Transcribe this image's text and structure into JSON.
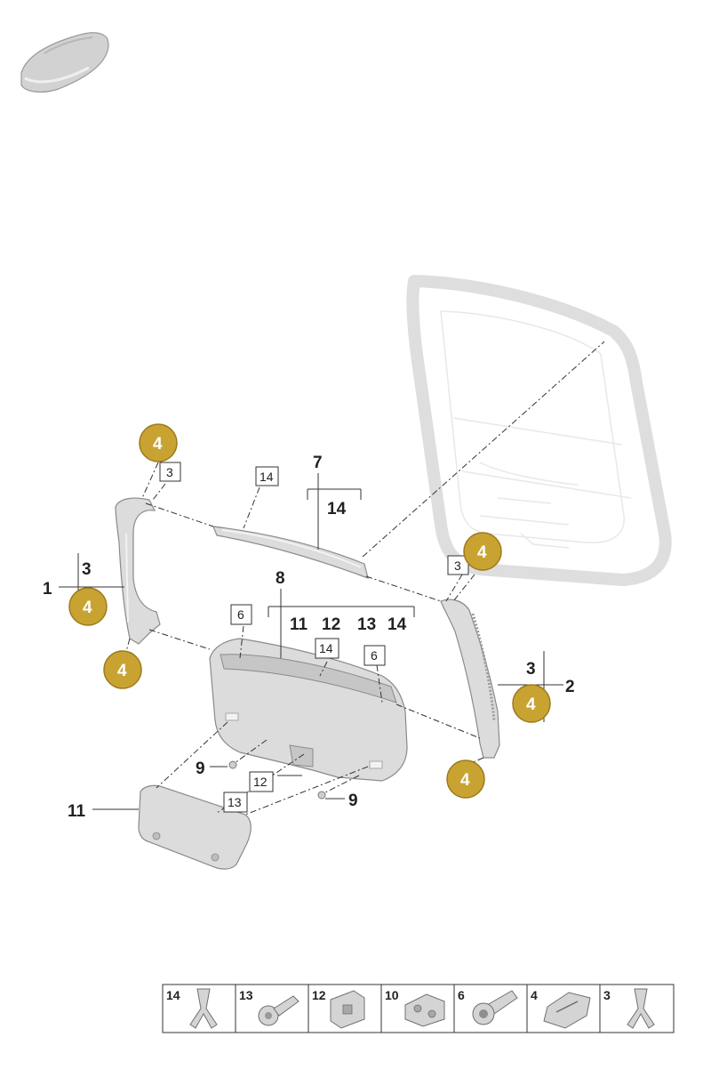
{
  "colors": {
    "badge_fill": "#c9a332",
    "badge_stroke": "#9c7a1c",
    "part_fill": "#dcdcdc",
    "line": "#333333"
  },
  "callouts": {
    "c1": "1",
    "c2": "2",
    "c3a": "3",
    "c3b": "3",
    "c7": "7",
    "c14a": "14",
    "c8": "8",
    "c11": "11",
    "c12": "12",
    "c13": "13",
    "c14b": "14",
    "c9a": "9",
    "c9b": "9",
    "c11b": "11"
  },
  "boxes": {
    "b14a": "14",
    "b3a": "3",
    "b3b": "3",
    "b6a": "6",
    "b14b": "14",
    "b6b": "6",
    "b12": "12",
    "b13": "13"
  },
  "badges": {
    "label": "4"
  },
  "legend": [
    {
      "num": "14",
      "icon": "spring-clip-icon"
    },
    {
      "num": "13",
      "icon": "expanding-rivet-icon"
    },
    {
      "num": "12",
      "icon": "fastening-bracket-icon"
    },
    {
      "num": "10",
      "icon": "cable-holder-icon"
    },
    {
      "num": "6",
      "icon": "torx-screw-icon"
    },
    {
      "num": "4",
      "icon": "retaining-clip-icon"
    },
    {
      "num": "3",
      "icon": "spring-clip-icon"
    }
  ]
}
